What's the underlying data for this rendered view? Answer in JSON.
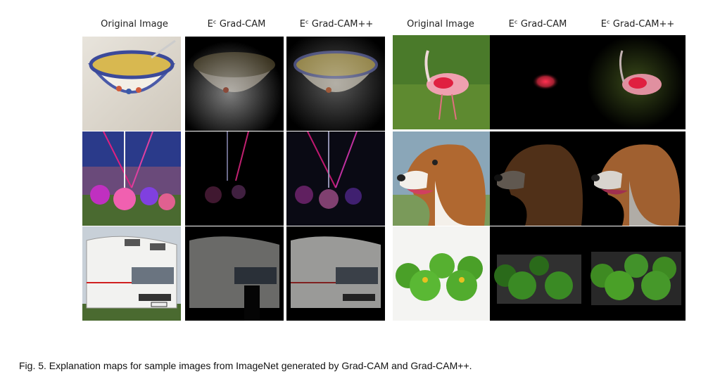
{
  "figure": {
    "column_headers": [
      "Original Image",
      "Eᶜ Grad-CAM",
      "Eᶜ Grad-CAM++",
      "Original Image",
      "Eᶜ Grad-CAM",
      "Eᶜ Grad-CAM++"
    ],
    "caption": "Fig. 5. Explanation maps for sample images from ImageNet generated by Grad-CAM and Grad-CAM++.",
    "rows": [
      {
        "left_subject": "soup bowl",
        "right_subject": "spoonbill bird"
      },
      {
        "left_subject": "maypole dance crowd",
        "right_subject": "dog"
      },
      {
        "left_subject": "motorhome",
        "right_subject": "green apples"
      }
    ]
  }
}
